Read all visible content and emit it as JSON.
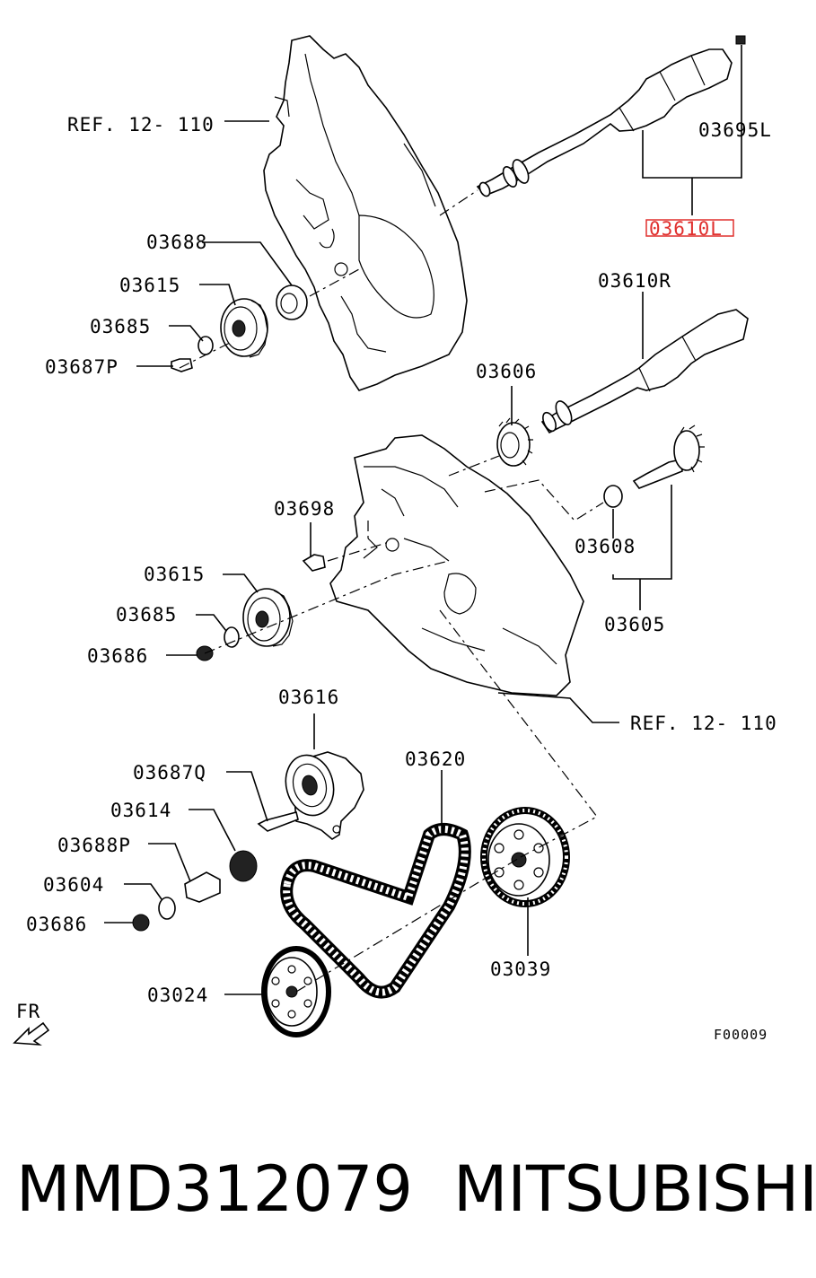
{
  "labels": {
    "ref_top": "REF. 12- 110",
    "p03688": "03688",
    "p03615a": "03615",
    "p03685a": "03685",
    "p03687P": "03687P",
    "p03695L": "03695L",
    "p03610L": "03610L",
    "p03610R": "03610R",
    "p03606": "03606",
    "p03698": "03698",
    "p03608": "03608",
    "p03605": "03605",
    "p03615b": "03615",
    "p03685b": "03685",
    "p03686a": "03686",
    "ref_mid": "REF. 12- 110",
    "p03616": "03616",
    "p03620": "03620",
    "p03687Q": "03687Q",
    "p03614": "03614",
    "p03688P": "03688P",
    "p03604": "03604",
    "p03686b": "03686",
    "p03039": "03039",
    "p03024": "03024",
    "fr": "FR",
    "figure_code": "F00009"
  },
  "caption": {
    "part_number": "MMD312079",
    "brand": "MITSUBISHI"
  },
  "highlight_color": "#e0302e"
}
